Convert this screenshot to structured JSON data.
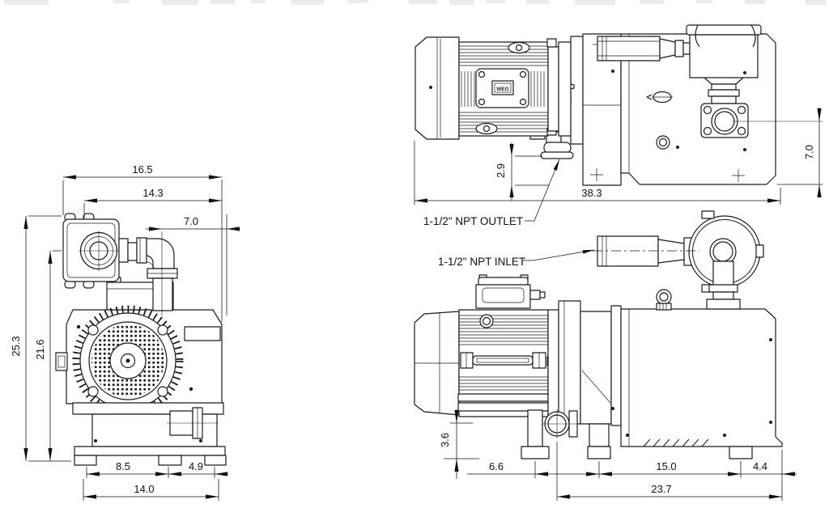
{
  "labels": {
    "outlet_port": "1-1/2\" NPT OUTLET",
    "inlet_port": "1-1/2\" NPT INLET",
    "motor_brand": "WEG"
  },
  "dimensions": {
    "front_view": {
      "overall_width": "16.5",
      "port_center_width": "14.3",
      "outlet_pipe_offset": "7.0",
      "overall_height": "25.3",
      "inlet_center_height": "21.6",
      "foot_span_left": "8.5",
      "foot_span_right": "4.9",
      "base_width": "14.0"
    },
    "top_view": {
      "outlet_projection": "2.9",
      "overall_length": "38.3",
      "port_center_offset": "7.0"
    },
    "side_view": {
      "ground_clearance": "3.6",
      "foot_span_front": "6.6",
      "foot_span_rear": "15.0",
      "rear_overhang": "4.4",
      "body_length": "23.7"
    }
  },
  "colors": {
    "line": "#1a1a1a",
    "background": "#ffffff"
  }
}
